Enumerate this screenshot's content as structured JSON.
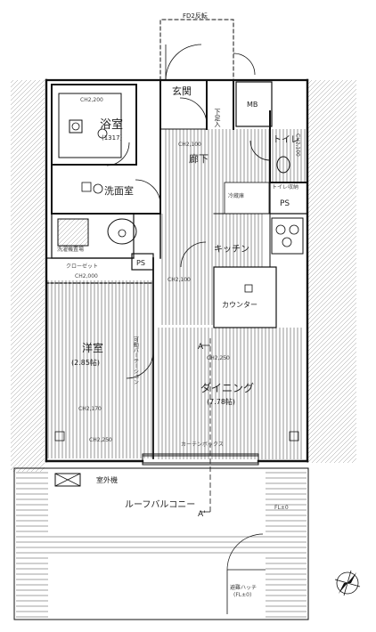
{
  "rooms": {
    "entrance": "玄関",
    "mb": "MB",
    "bathroom": "浴室",
    "bathroom_size": "(1317)",
    "hallway": "廊下",
    "toilet": "トイレ",
    "washroom": "洗面室",
    "ps_upper": "PS",
    "ps_lower": "PS",
    "kitchen": "キッチン",
    "closet": "クローゼット",
    "western_room": "洋室",
    "western_room_size": "(2.85帖)",
    "counter": "カウンター",
    "dining": "ダイニング",
    "dining_size": "(7.78帖)",
    "outdoor_unit": "室外機",
    "roof_balcony": "ルーフバルコニー"
  },
  "annotations": {
    "door_top": "FD2反転",
    "shoe_storage": "下足入",
    "bath_ch": "CH2,200",
    "hall_ch": "CH2,100",
    "toilet_ch": "CH2,100",
    "kitchen_ch": "CH2,100",
    "closet_ch": "CH2,000",
    "room_ch": "CH2,170",
    "dining_ch": "CH2,250",
    "bottom_ch": "CH2,250",
    "partition": "可動パーテーション",
    "curtain_box": "カーテンボックス",
    "section_a_upper": "A",
    "section_a_lower": "A'",
    "balcony_level": "FL±0",
    "drain_trap": "避難ハッチ",
    "drain_trap_note": "(FL±0)",
    "washer": "洗濯機置場",
    "fridge": "冷蔵庫",
    "toilet_storage": "トイレ収納"
  },
  "colors": {
    "line": "#111111",
    "floor": "#555555",
    "hatch": "#777777"
  }
}
